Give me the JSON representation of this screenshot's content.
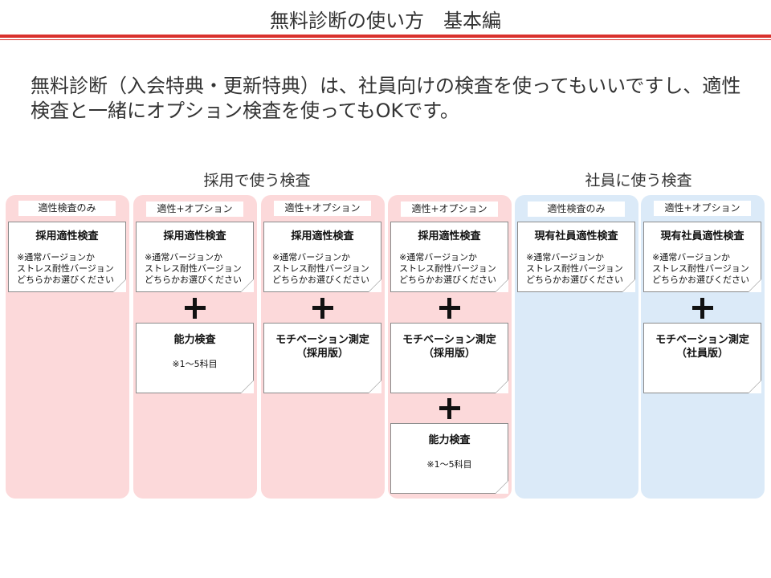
{
  "header": {
    "title": "無料診断の使い方　基本編"
  },
  "intro": "無料診断（入会特典・更新特典）は、社員向けの検査を使ってもいいですし、適性検査と一緒にオプション検査を使ってもOKです。",
  "groups": {
    "hiring": "採用で使う検査",
    "employee": "社員に使う検査"
  },
  "colors": {
    "pink_panel": "#fcd9da",
    "blue_panel": "#dbeaf8",
    "rule": "#d9312c"
  },
  "columns": [
    {
      "tag": "適性検査のみ",
      "main": {
        "title": "採用適性検査",
        "body": "※通常バージョンか\nストレス耐性バージョン\nどちらかお選びください"
      }
    },
    {
      "tag": "適性+オプション",
      "main": {
        "title": "採用適性検査",
        "body": "※通常バージョンか\nストレス耐性バージョン\nどちらかお選びください"
      },
      "option1": {
        "title": "能力検査",
        "sub": "※1～5科目"
      }
    },
    {
      "tag": "適性+オプション",
      "main": {
        "title": "採用適性検査",
        "body": "※通常バージョンか\nストレス耐性バージョン\nどちらかお選びください"
      },
      "option1": {
        "title": "モチベーション測定\n（採用版）"
      }
    },
    {
      "tag": "適性+オプション",
      "main": {
        "title": "採用適性検査",
        "body": "※通常バージョンか\nストレス耐性バージョン\nどちらかお選びください"
      },
      "option1": {
        "title": "モチベーション測定\n（採用版）"
      },
      "option2": {
        "title": "能力検査",
        "sub": "※1～5科目"
      }
    },
    {
      "tag": "適性検査のみ",
      "main": {
        "title": "現有社員適性検査",
        "body": "※通常バージョンか\nストレス耐性バージョン\nどちらかお選びください"
      }
    },
    {
      "tag": "適性+オプション",
      "main": {
        "title": "現有社員適性検査",
        "body": "※通常バージョンか\nストレス耐性バージョン\nどちらかお選びください"
      },
      "option1": {
        "title": "モチベーション測定\n（社員版）"
      }
    }
  ]
}
